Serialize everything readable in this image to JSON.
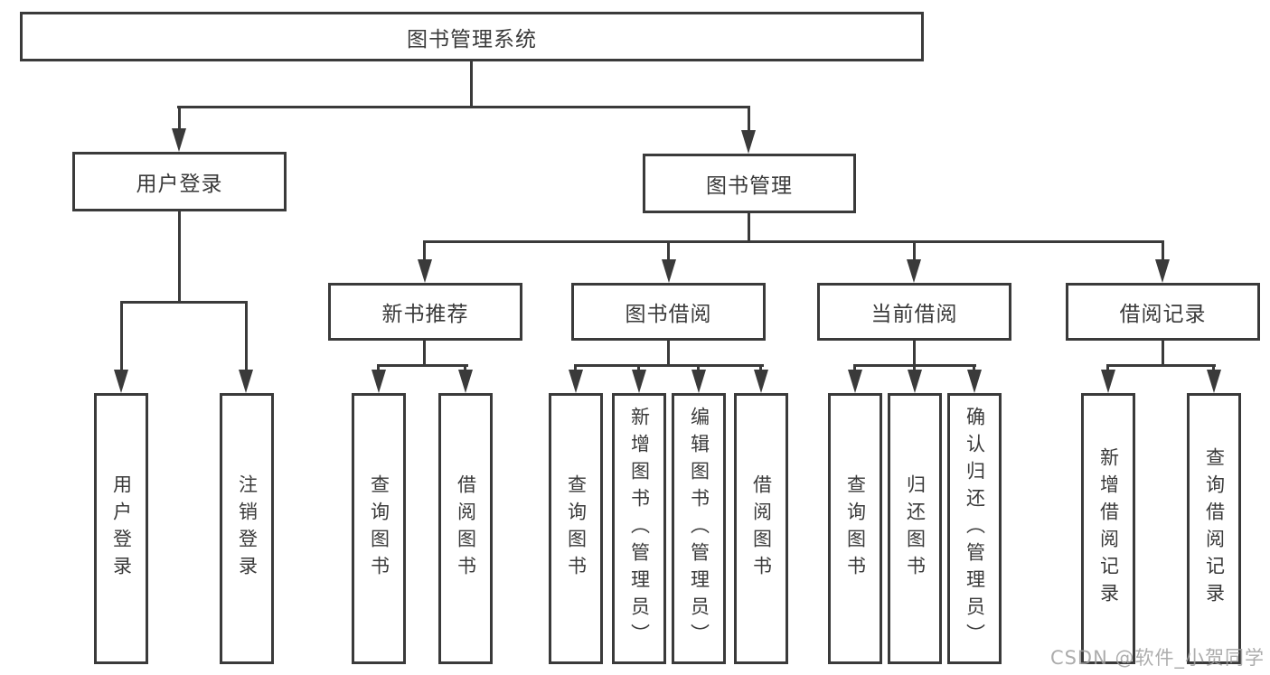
{
  "diagram": {
    "root": {
      "label": "图书管理系统"
    },
    "level2": [
      {
        "label": "用户登录"
      },
      {
        "label": "图书管理"
      }
    ],
    "level3": [
      {
        "label": "新书推荐"
      },
      {
        "label": "图书借阅"
      },
      {
        "label": "当前借阅"
      },
      {
        "label": "借阅记录"
      }
    ],
    "leaves": {
      "user": [
        {
          "label": "用户登录"
        },
        {
          "label": "注销登录"
        }
      ],
      "recommend": [
        {
          "label": "查询图书"
        },
        {
          "label": "借阅图书"
        }
      ],
      "borrow": [
        {
          "label": "查询图书"
        },
        {
          "label": "新增图书（管理员）"
        },
        {
          "label": "编辑图书（管理员）"
        },
        {
          "label": "借阅图书"
        }
      ],
      "current": [
        {
          "label": "查询图书"
        },
        {
          "label": "归还图书"
        },
        {
          "label": "确认归还（管理员）"
        }
      ],
      "records": [
        {
          "label": "新增借阅记录"
        },
        {
          "label": "查询借阅记录"
        }
      ]
    }
  },
  "watermark": {
    "text": "CSDN @软件_小贺同学"
  },
  "colors": {
    "line": "#3a3a3a",
    "text": "#3a3a3a",
    "box_background": "#ffffff",
    "page_background": "#ffffff",
    "watermark": "#9e9e9e"
  }
}
